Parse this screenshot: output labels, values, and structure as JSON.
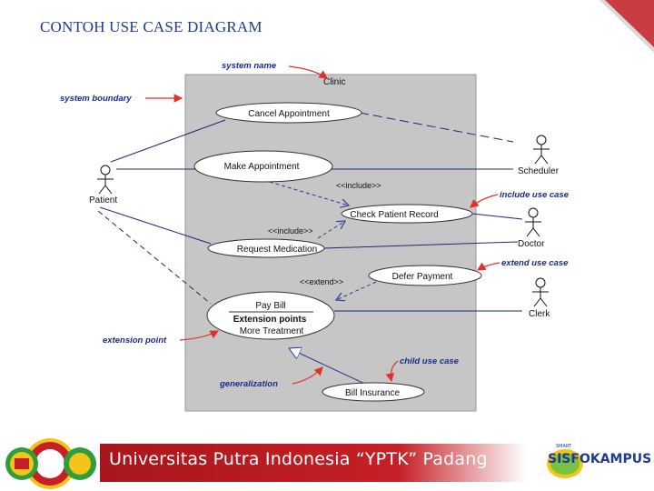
{
  "slide": {
    "title": "CONTOH USE CASE DIAGRAM"
  },
  "diagram": {
    "system_name": "Clinic",
    "actors": [
      {
        "id": "patient",
        "label": "Patient"
      },
      {
        "id": "scheduler",
        "label": "Scheduler"
      },
      {
        "id": "doctor",
        "label": "Doctor"
      },
      {
        "id": "clerk",
        "label": "Clerk"
      }
    ],
    "use_cases": [
      {
        "id": "cancel",
        "label": "Cancel Appointment"
      },
      {
        "id": "make",
        "label": "Make Appointment"
      },
      {
        "id": "check",
        "label": "Check Patient Record"
      },
      {
        "id": "request",
        "label": "Request Medication"
      },
      {
        "id": "defer",
        "label": "Defer Payment"
      },
      {
        "id": "paybill",
        "label": "Pay Bill",
        "extension_heading": "Extension points",
        "extension_point": "More Treatment"
      },
      {
        "id": "insurance",
        "label": "Bill Insurance"
      }
    ],
    "stereotypes": {
      "include1": "<<include>>",
      "include2": "<<include>>",
      "extend": "<<extend>>"
    },
    "annotations": {
      "system_name": "system name",
      "system_boundary": "system boundary",
      "include_use_case": "include use case",
      "extend_use_case": "extend use case",
      "extension_point": "extension point",
      "child_use_case": "child use case",
      "generalization": "generalization"
    },
    "colors": {
      "boundary_fill": "#c6c6c6",
      "annotation": "#1f2a8c",
      "arrow": "#e0312c",
      "line": "#1a2a7a"
    }
  },
  "footer": {
    "university": "Universitas Putra Indonesia “YPTK” Padang",
    "logo_text": "SISFOKAMPUS",
    "logo_small": "SMART",
    "bar_color": "#c62026"
  }
}
